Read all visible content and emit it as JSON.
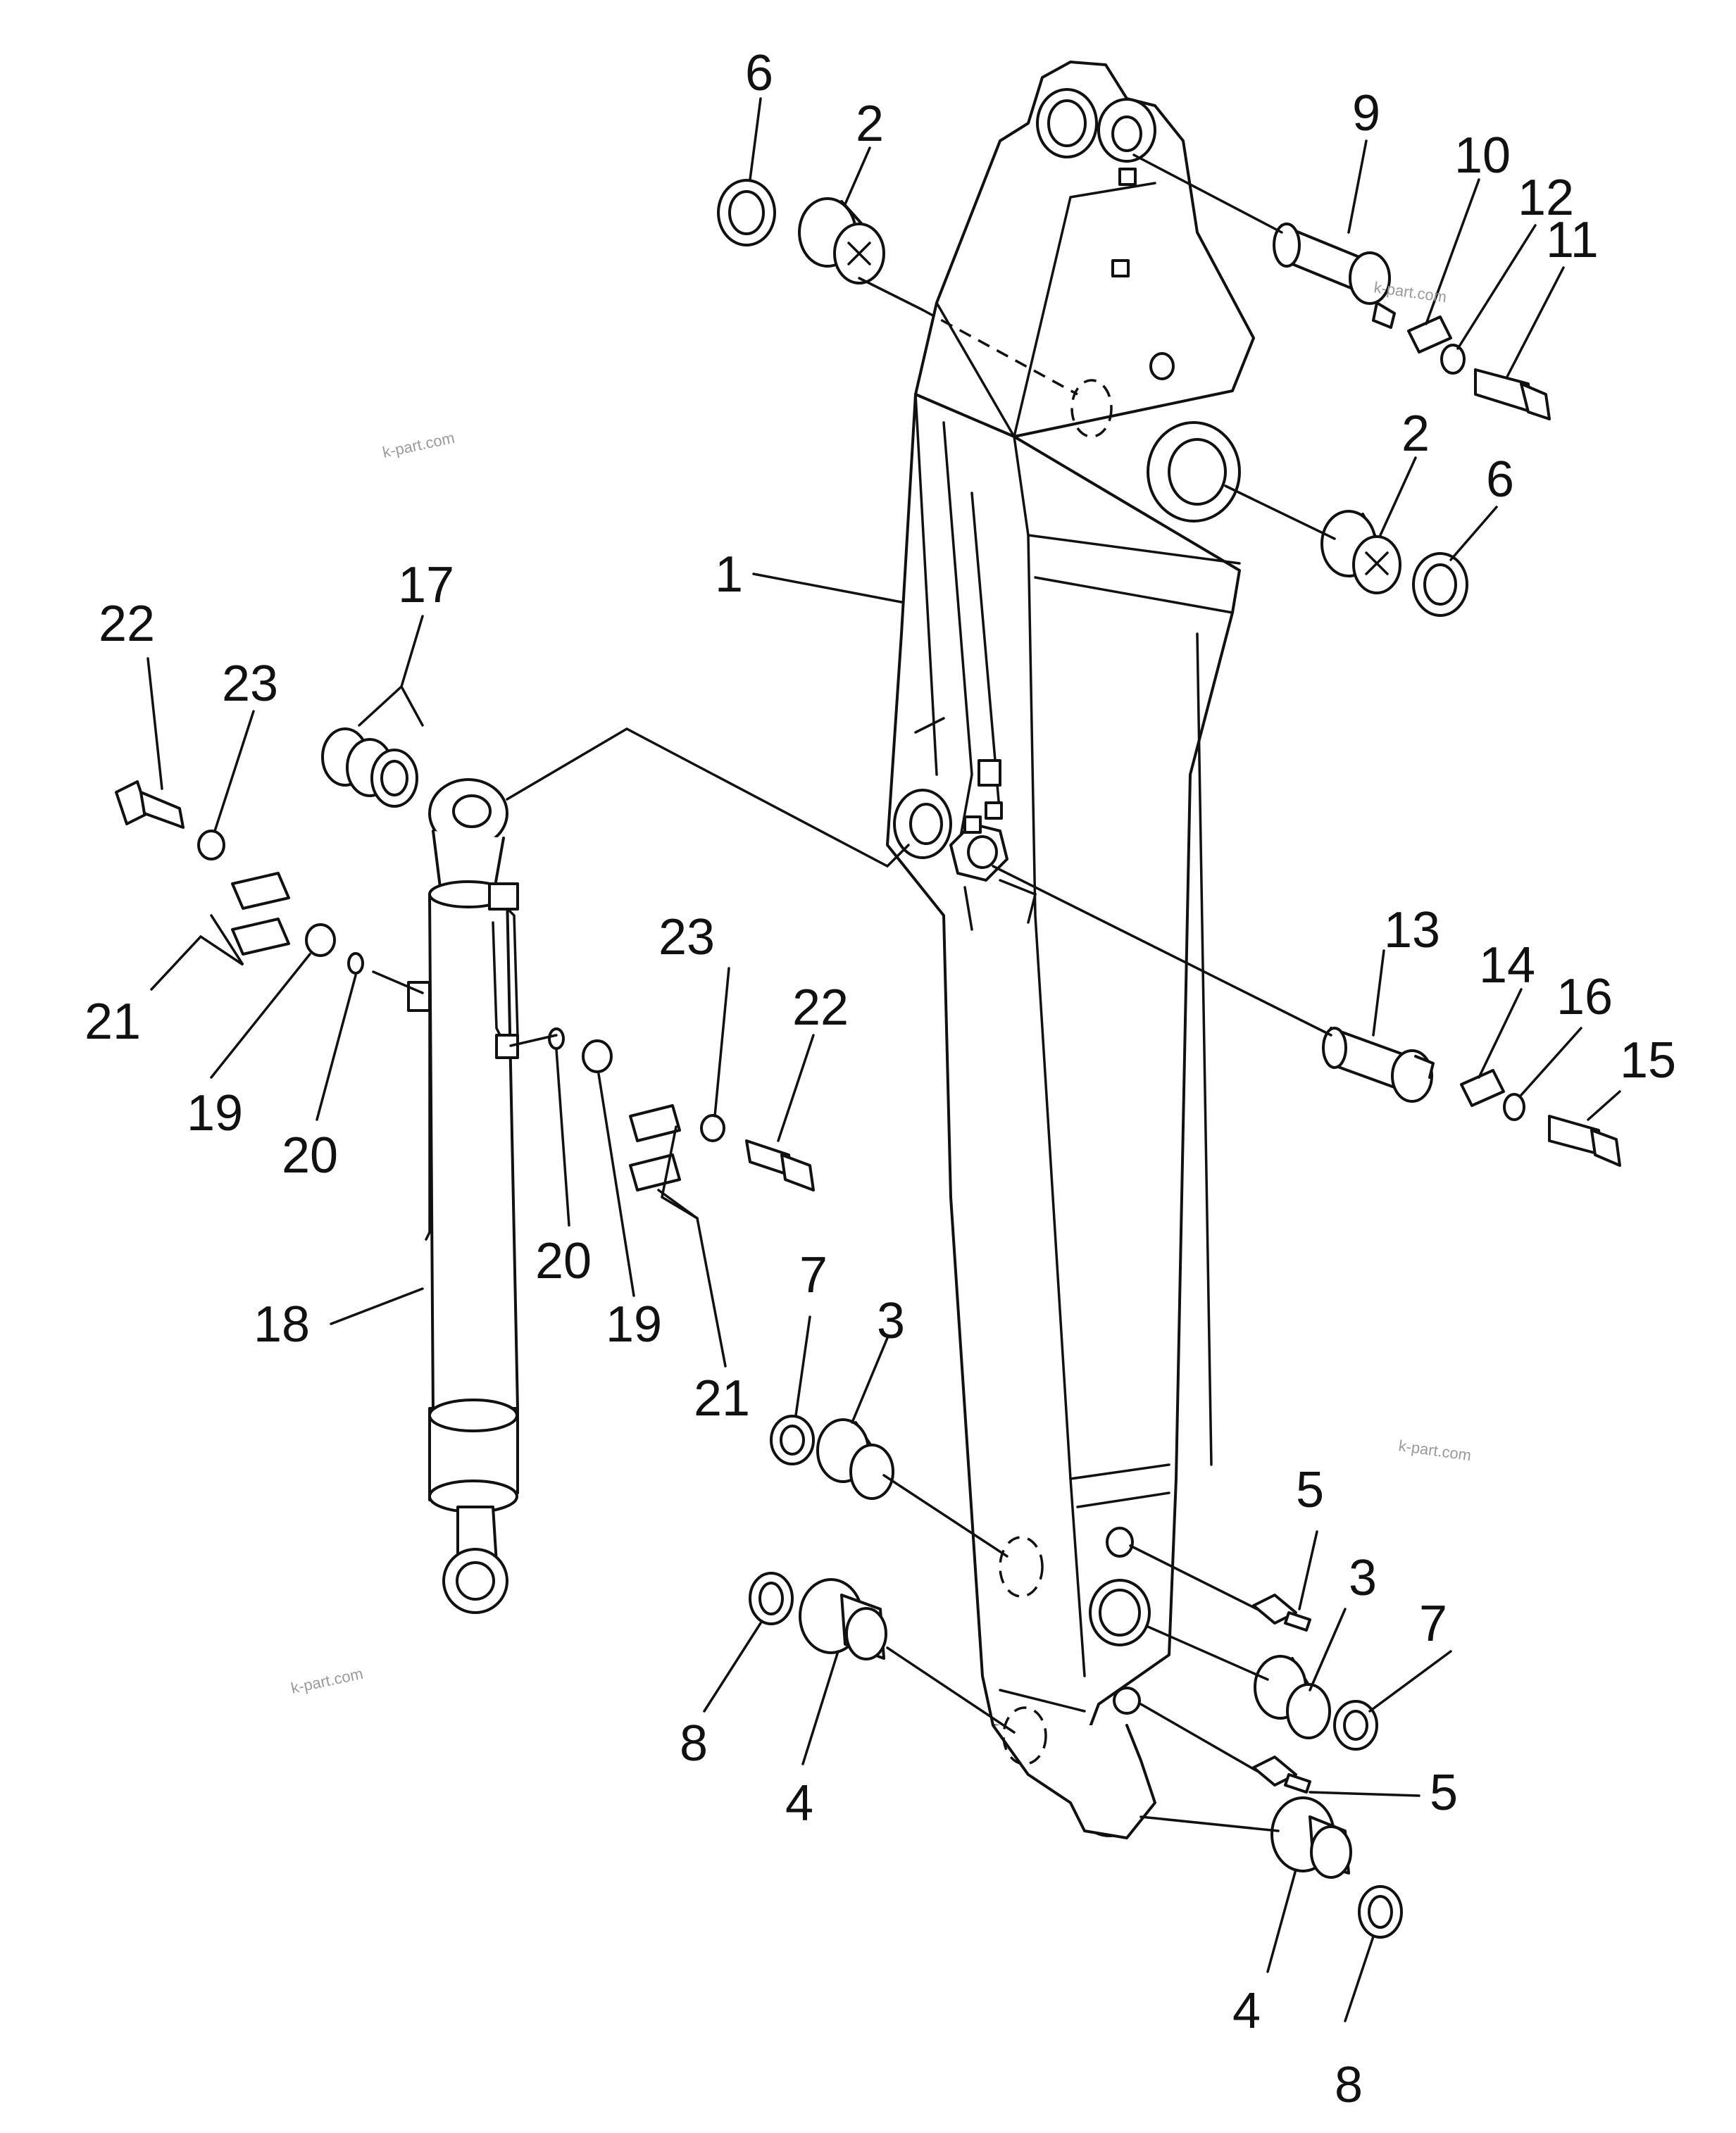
{
  "callouts": [
    {
      "id": "c6a",
      "label": "6"
    },
    {
      "id": "c2a",
      "label": "2"
    },
    {
      "id": "c9",
      "label": "9"
    },
    {
      "id": "c10",
      "label": "10"
    },
    {
      "id": "c12",
      "label": "12"
    },
    {
      "id": "c11",
      "label": "11"
    },
    {
      "id": "c2b",
      "label": "2"
    },
    {
      "id": "c6b",
      "label": "6"
    },
    {
      "id": "c1",
      "label": "1"
    },
    {
      "id": "c17",
      "label": "17"
    },
    {
      "id": "c22a",
      "label": "22"
    },
    {
      "id": "c23a",
      "label": "23"
    },
    {
      "id": "c21a",
      "label": "21"
    },
    {
      "id": "c19a",
      "label": "19"
    },
    {
      "id": "c20a",
      "label": "20"
    },
    {
      "id": "c23b",
      "label": "23"
    },
    {
      "id": "c22b",
      "label": "22"
    },
    {
      "id": "c13",
      "label": "13"
    },
    {
      "id": "c14",
      "label": "14"
    },
    {
      "id": "c16",
      "label": "16"
    },
    {
      "id": "c15",
      "label": "15"
    },
    {
      "id": "c18",
      "label": "18"
    },
    {
      "id": "c20b",
      "label": "20"
    },
    {
      "id": "c19b",
      "label": "19"
    },
    {
      "id": "c21b",
      "label": "21"
    },
    {
      "id": "c7a",
      "label": "7"
    },
    {
      "id": "c3a",
      "label": "3"
    },
    {
      "id": "c5a",
      "label": "5"
    },
    {
      "id": "c3b",
      "label": "3"
    },
    {
      "id": "c7b",
      "label": "7"
    },
    {
      "id": "c5b",
      "label": "5"
    },
    {
      "id": "c8a",
      "label": "8"
    },
    {
      "id": "c4a",
      "label": "4"
    },
    {
      "id": "c4b",
      "label": "4"
    },
    {
      "id": "c8b",
      "label": "8"
    }
  ],
  "watermarks": [
    "k-part.com",
    "k-part.com",
    "k-part.com",
    "k-part.com"
  ]
}
